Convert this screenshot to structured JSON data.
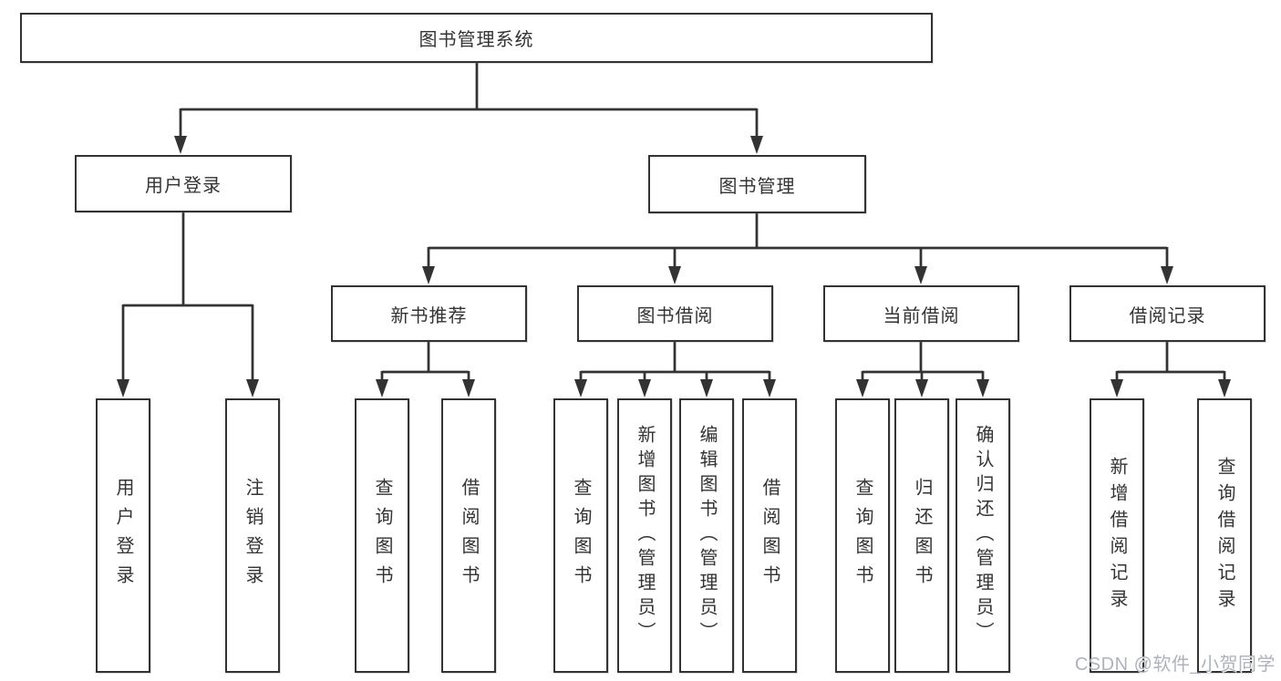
{
  "tree": {
    "root": "图书管理系统",
    "branches": [
      {
        "label": "用户登录",
        "leaves": [
          "用户登录",
          "注销登录"
        ]
      },
      {
        "label": "图书管理",
        "groups": [
          {
            "label": "新书推荐",
            "leaves": [
              "查询图书",
              "借阅图书"
            ]
          },
          {
            "label": "图书借阅",
            "leaves": [
              "查询图书",
              "新增图书（管理员）",
              "编辑图书（管理员）",
              "借阅图书"
            ]
          },
          {
            "label": "当前借阅",
            "leaves": [
              "查询图书",
              "归还图书",
              "确认归还（管理员）"
            ]
          },
          {
            "label": "借阅记录",
            "leaves": [
              "新增借阅记录",
              "查询借阅记录"
            ]
          }
        ]
      }
    ]
  },
  "colors": {
    "line": "#333333",
    "box_border": "#333333",
    "box_fill": "#ffffff",
    "text": "#333333",
    "watermark": "#aeb2bc"
  },
  "watermark": {
    "text": "CSDN @软件_小贺同学"
  }
}
